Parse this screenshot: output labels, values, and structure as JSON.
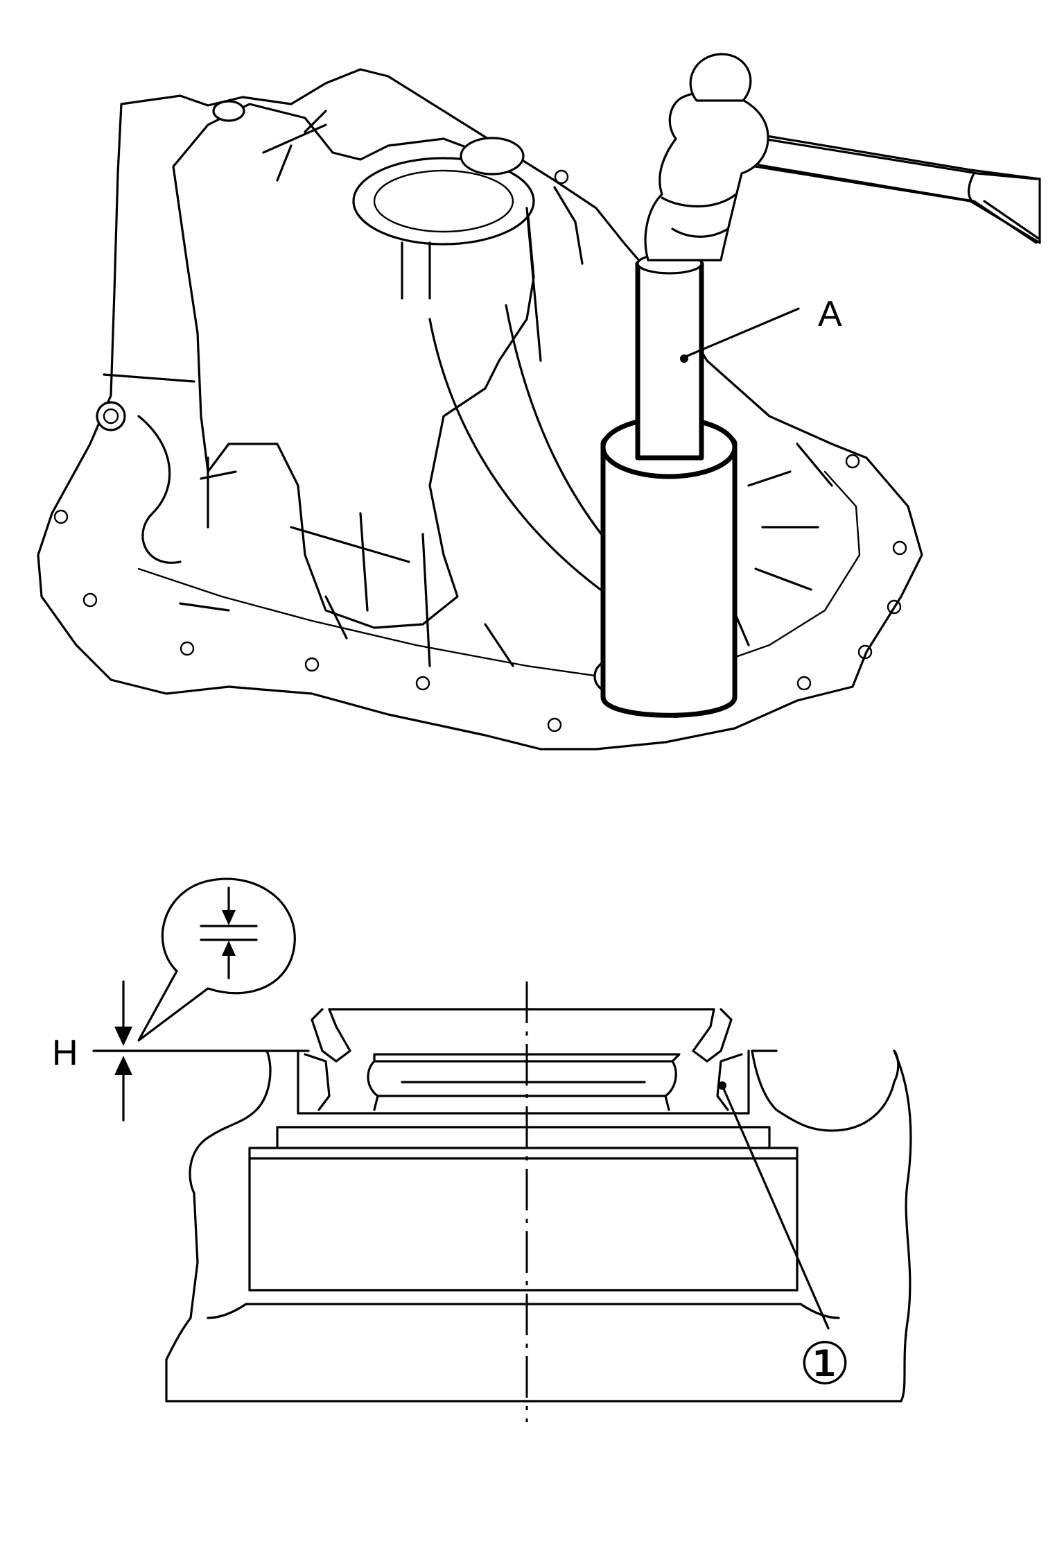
{
  "labels": {
    "tool": "A",
    "height": "H",
    "part": "①"
  }
}
